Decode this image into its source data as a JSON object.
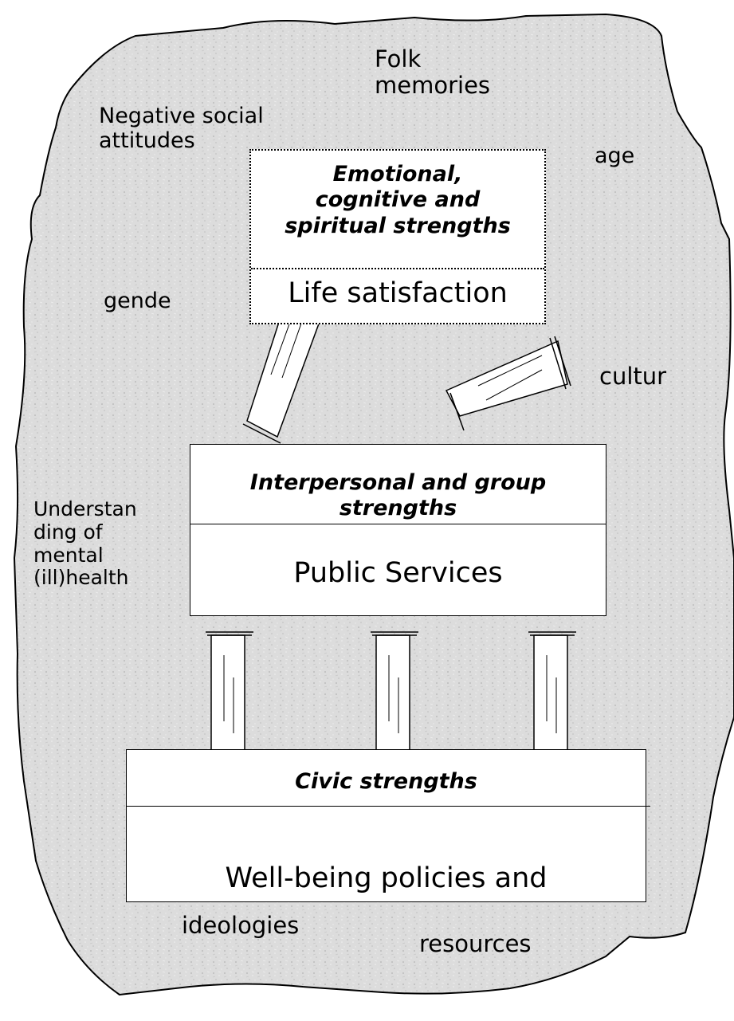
{
  "colors": {
    "background": "#d9d9d9",
    "outline": "#000000",
    "box_fill": "#ffffff"
  },
  "context_labels": {
    "folk_memories": "Folk\nmemories",
    "negative_social_attitudes": "Negative social\nattitudes",
    "age": "age",
    "gender": "gende",
    "culture": "cultur",
    "understanding": "Understan\nding of\nmental\n(ill)health",
    "ideologies": "ideologies",
    "resources": "resources"
  },
  "top_box": {
    "heading": "Emotional,\ncognitive and\nspiritual strengths",
    "body": "Life satisfaction"
  },
  "middle_box": {
    "heading": "Interpersonal and group\nstrengths",
    "body": "Public Services"
  },
  "bottom_box": {
    "heading": "Civic strengths",
    "body": "Well-being policies and"
  }
}
